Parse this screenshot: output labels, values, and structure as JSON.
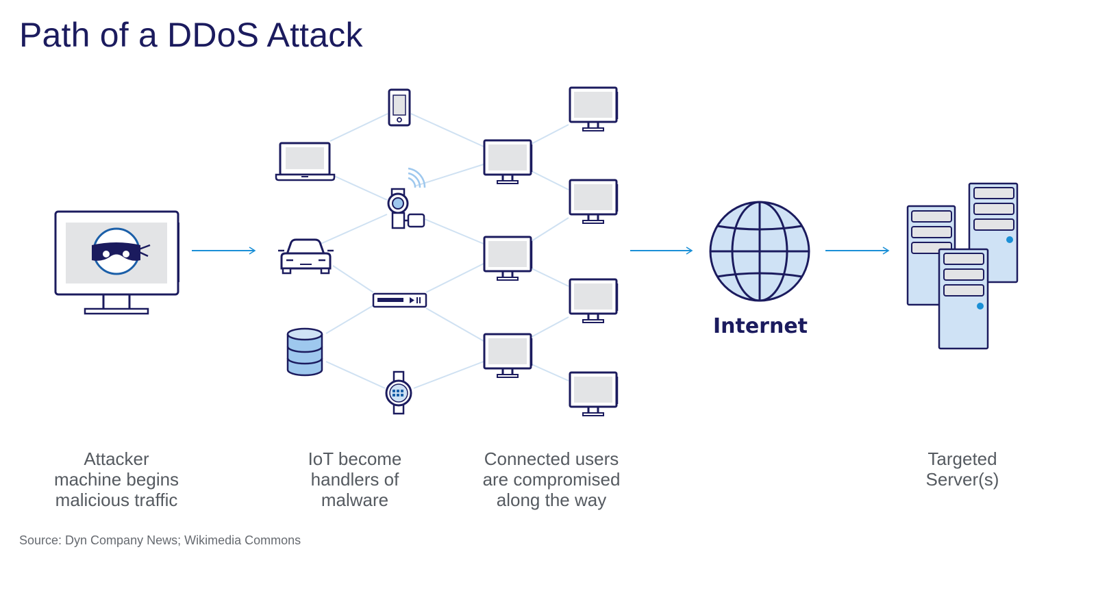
{
  "title": "Path of a DDoS Attack",
  "internet_label": "Internet",
  "captions": {
    "attacker": [
      "Attacker",
      "machine begins",
      "malicious traffic"
    ],
    "iot": [
      "IoT become",
      "handlers of",
      "malware"
    ],
    "users": [
      "Connected users",
      "are compromised",
      "along the way"
    ],
    "servers": [
      "Targeted",
      "Server(s)"
    ]
  },
  "source": "Source: Dyn Company News; Wikimedia Commons",
  "colors": {
    "navy": "#1b1b5e",
    "accent_blue": "#1a8fd6",
    "light_blue_fill": "#cfe2f5",
    "connector": "#cfe1f2",
    "screen_gray": "#e3e4e6",
    "caption_gray": "#555a60"
  },
  "icons": {
    "attacker": "masked-attacker-monitor-icon",
    "iot_devices": [
      "laptop-icon",
      "smartphone-icon",
      "security-camera-icon",
      "car-icon",
      "set-top-box-icon",
      "database-icon",
      "smartwatch-icon"
    ],
    "users": "desktop-monitor-icon",
    "internet": "globe-icon",
    "servers": "server-tower-icon"
  }
}
